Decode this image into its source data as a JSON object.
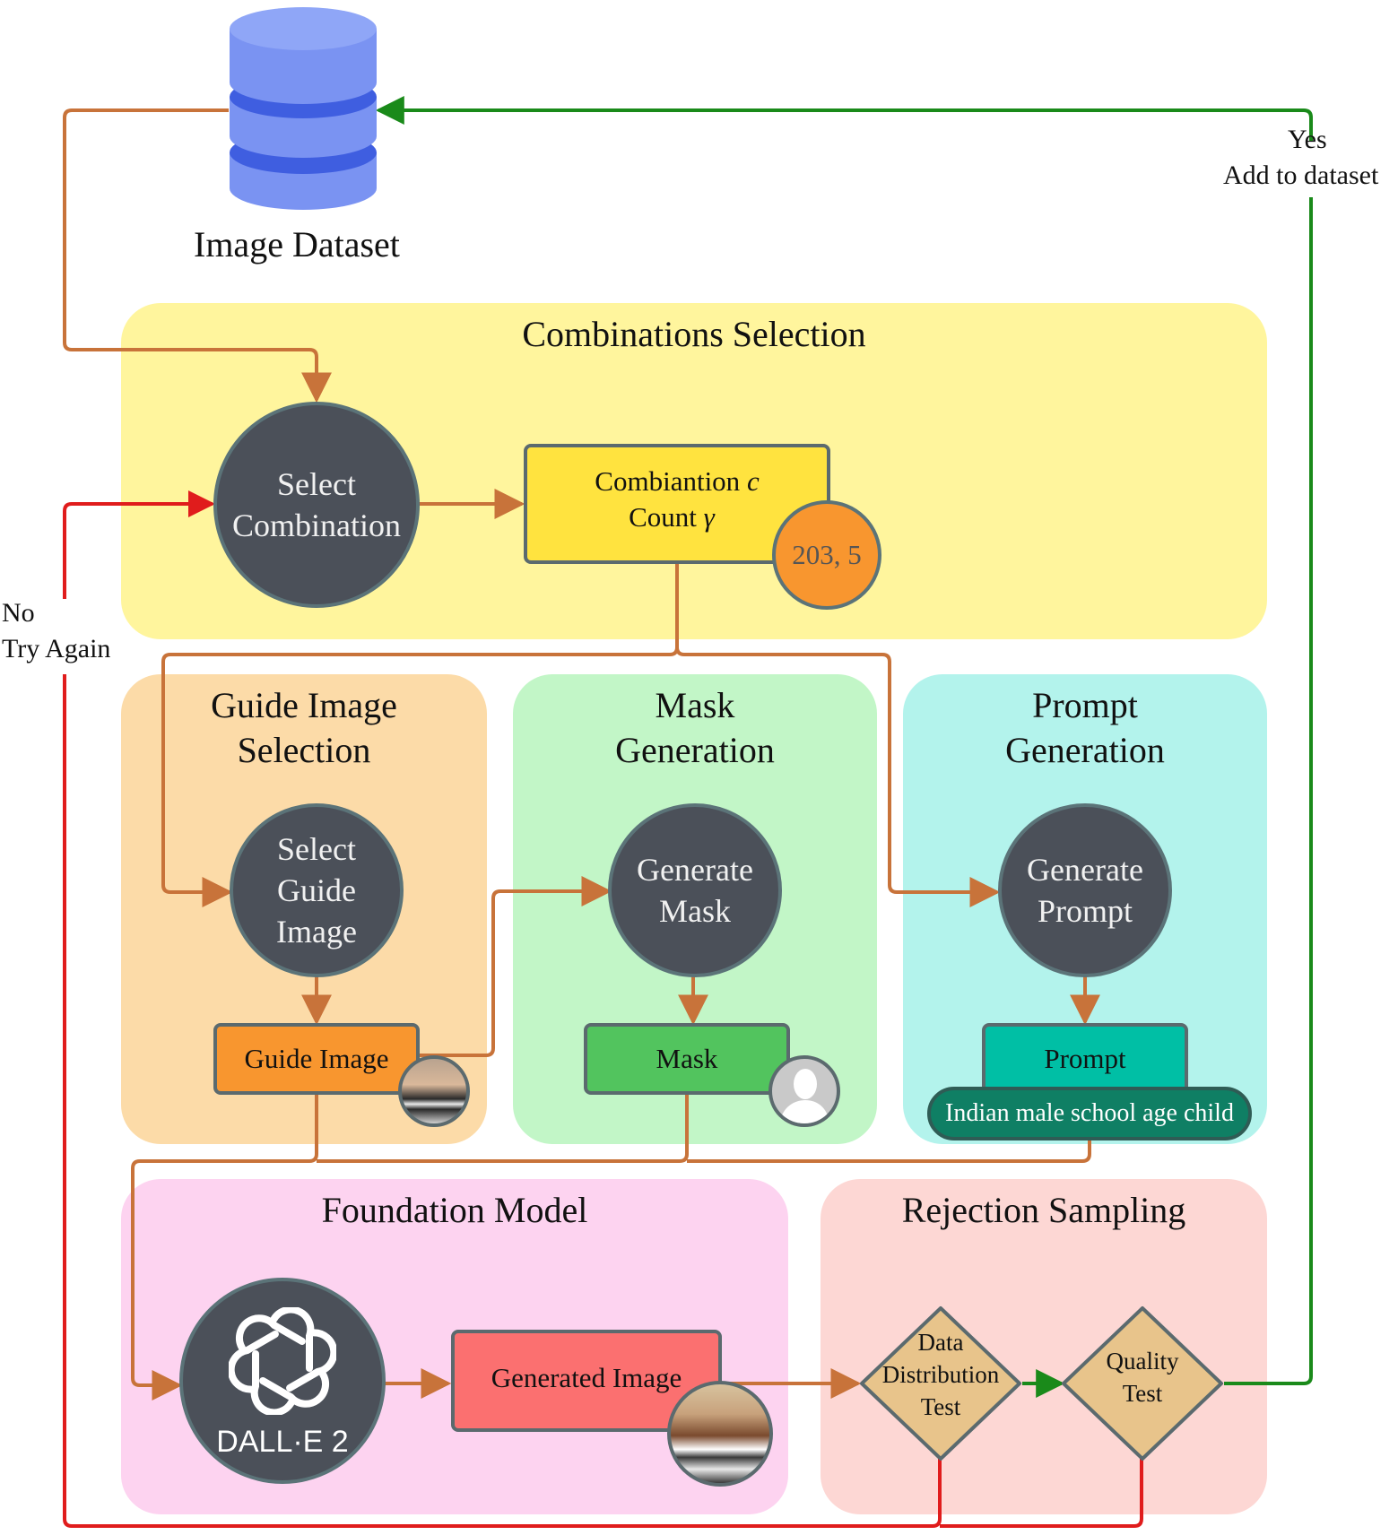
{
  "dataset": {
    "label": "Image Dataset",
    "icon": "database-icon"
  },
  "combinations": {
    "title": "Combinations Selection",
    "node": "Select\nCombination",
    "box_line1": "Combiantion",
    "box_var1": "c",
    "box_line2": "Count",
    "box_var2": "γ",
    "badge": "203, 5"
  },
  "guide": {
    "title": "Guide Image\nSelection",
    "node": "Select\nGuide\nImage",
    "box": "Guide Image"
  },
  "mask": {
    "title": "Mask\nGeneration",
    "node": "Generate\nMask",
    "box": "Mask"
  },
  "prompt": {
    "title": "Prompt\nGeneration",
    "node": "Generate\nPrompt",
    "box": "Prompt",
    "text": "Indian male school age child"
  },
  "foundation": {
    "title": "Foundation Model",
    "model_label": "DALL·E 2",
    "logo": "openai-logo",
    "box": "Generated Image"
  },
  "rejection": {
    "title": "Rejection Sampling",
    "test1": "Data\nDistribution\nTest",
    "test2": "Quality\nTest"
  },
  "edges": {
    "yes_line1": "Yes",
    "yes_line2": "Add to dataset",
    "no_line1": "No",
    "no_line2": "Try Again"
  },
  "colors": {
    "brown": "#c8733a",
    "green": "#1a8a1a",
    "red": "#e01c1c",
    "node": "#4b5059",
    "combinations_bg": "#fff59d",
    "guide_bg": "#fcdba8",
    "mask_bg": "#c2f6c7",
    "prompt_bg": "#b3f3ec",
    "foundation_bg": "#fdd3f0",
    "rejection_bg": "#fdd7d4"
  }
}
